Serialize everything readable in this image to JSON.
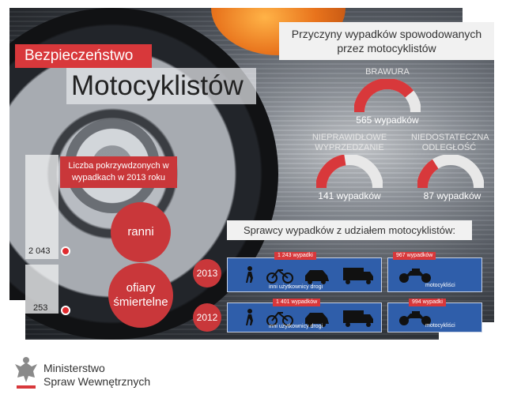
{
  "colors": {
    "accent_red": "#c9373a",
    "panel_blue": "#2f5eaa",
    "label_bg": "#f1f1f1"
  },
  "header": {
    "line1": "Bezpieczeństwo",
    "line2": "Motocyklistów"
  },
  "causes": {
    "title_line1": "Przyczyny wypadków spowodowanych",
    "title_line2": "przez motocyklistów",
    "items": [
      {
        "label": "BRAWURA",
        "count": "565 wypadków",
        "fill": 0.78
      },
      {
        "label": "NIEPRAWIDŁOWE WYPRZEDZANIE",
        "count": "141 wypadków",
        "fill": 0.45
      },
      {
        "label": "NIEDOSTATECZNA ODLEGŁOŚĆ",
        "count": "87 wypadków",
        "fill": 0.32
      }
    ]
  },
  "injured": {
    "title": "Liczba pokrzywdzonych w wypadkach w 2013 roku",
    "ranni_label": "ranni",
    "ranni_value": "2 043",
    "ofiary_label": "ofiary śmiertelne",
    "ofiary_value": "253"
  },
  "perpetrators": {
    "title": "Sprawcy wypadków z udziałem motocyklistów:",
    "rows": [
      {
        "year": "2013",
        "others_count": "1 243 wypadki",
        "others_label": "inni użytkownicy drogi",
        "moto_count": "967 wypadków",
        "moto_label": "motocykliści"
      },
      {
        "year": "2012",
        "others_count": "1 401 wypadków",
        "others_label": "inni użytkownicy drogi",
        "moto_count": "994 wypadki",
        "moto_label": "motocykliści"
      }
    ]
  },
  "footer": {
    "line1": "Ministerstwo",
    "line2": "Spraw Wewnętrznych"
  }
}
